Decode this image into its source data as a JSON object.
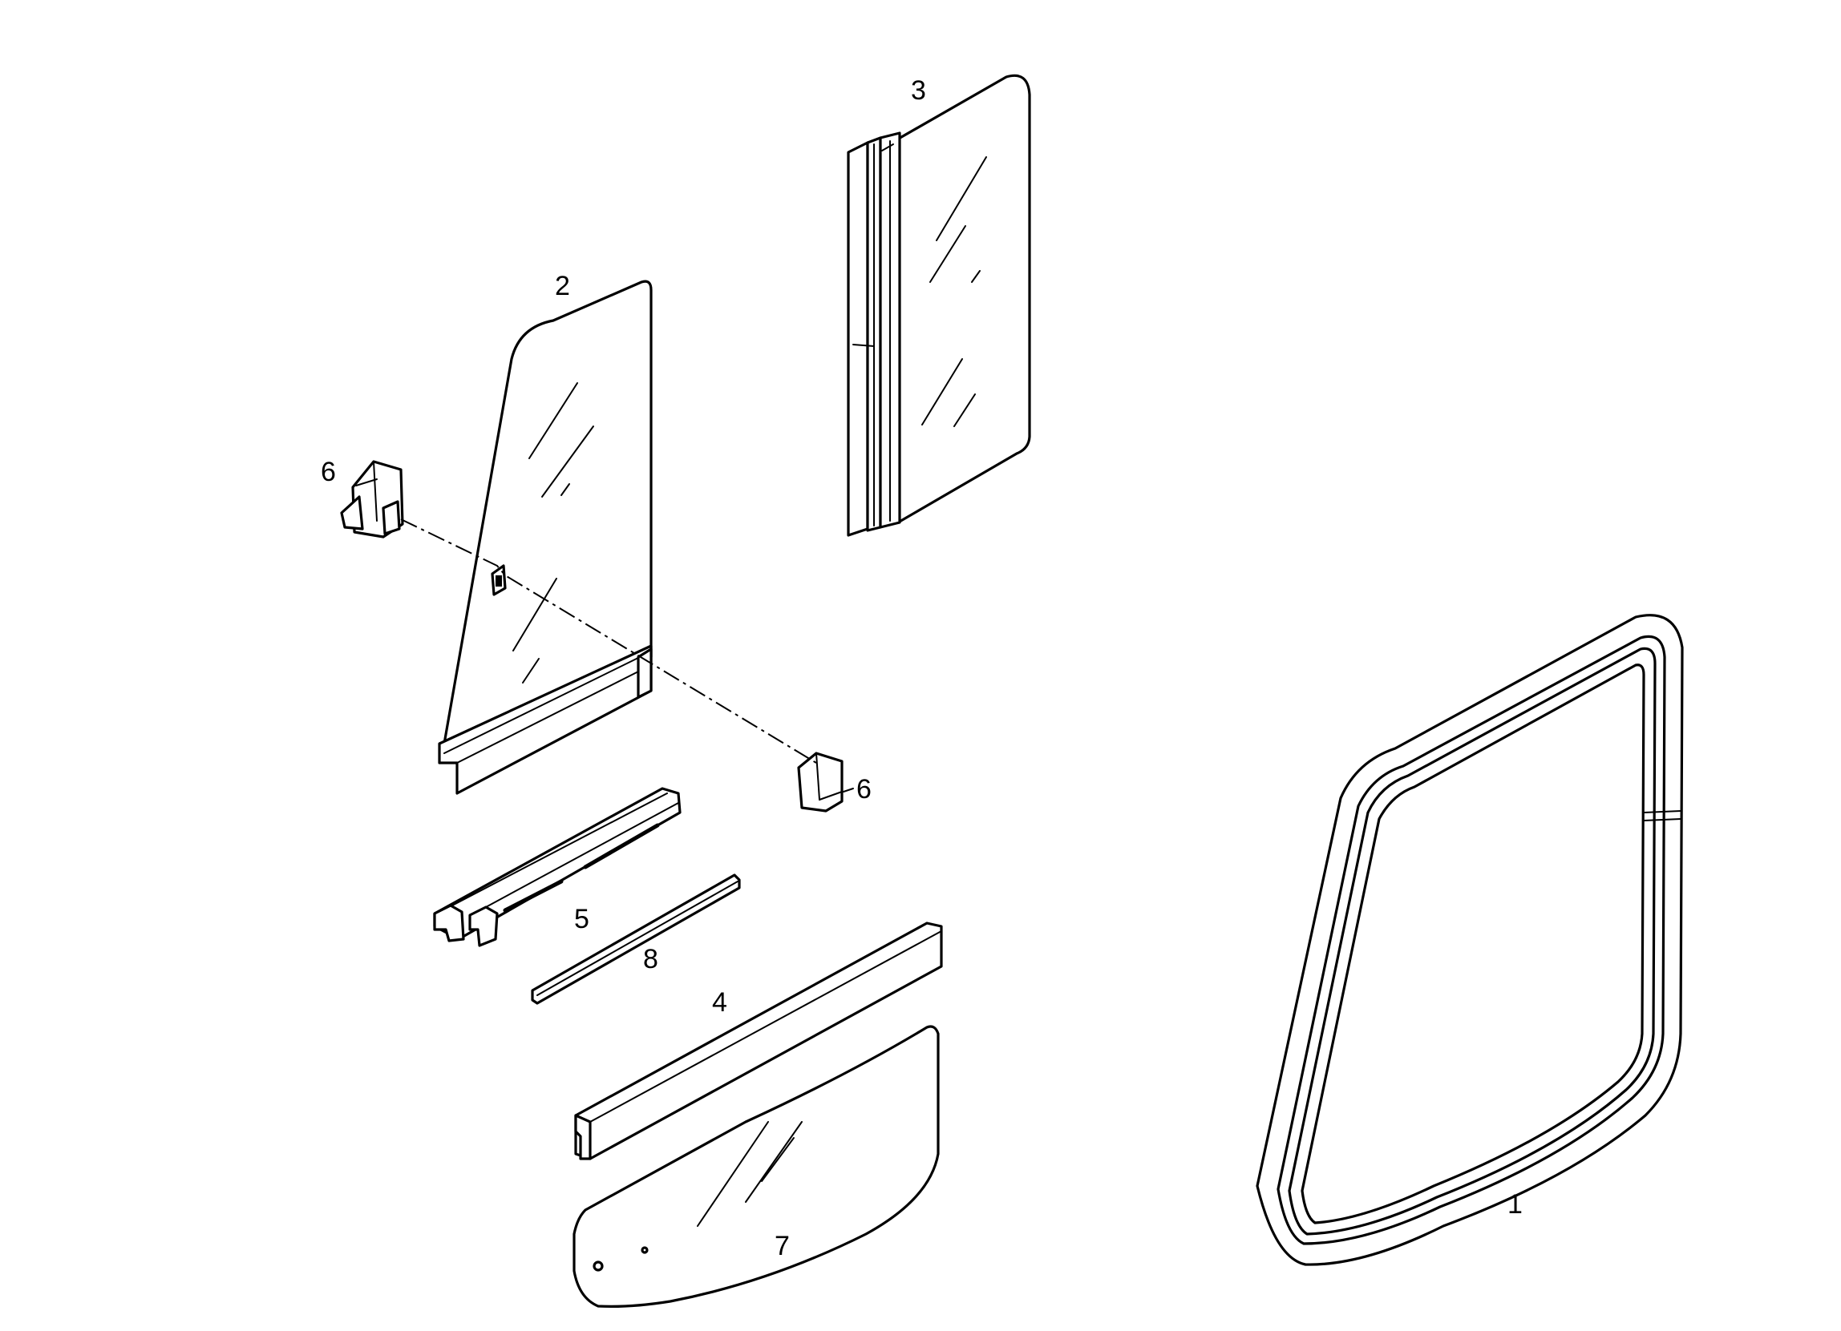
{
  "diagram": {
    "callouts": [
      {
        "id": "part-1",
        "label": "1"
      },
      {
        "id": "part-2",
        "label": "2"
      },
      {
        "id": "part-3",
        "label": "3"
      },
      {
        "id": "part-4",
        "label": "4"
      },
      {
        "id": "part-5",
        "label": "5"
      },
      {
        "id": "part-6a",
        "label": "6"
      },
      {
        "id": "part-6b",
        "label": "6"
      },
      {
        "id": "part-7",
        "label": "7"
      },
      {
        "id": "part-8",
        "label": "8"
      }
    ]
  }
}
